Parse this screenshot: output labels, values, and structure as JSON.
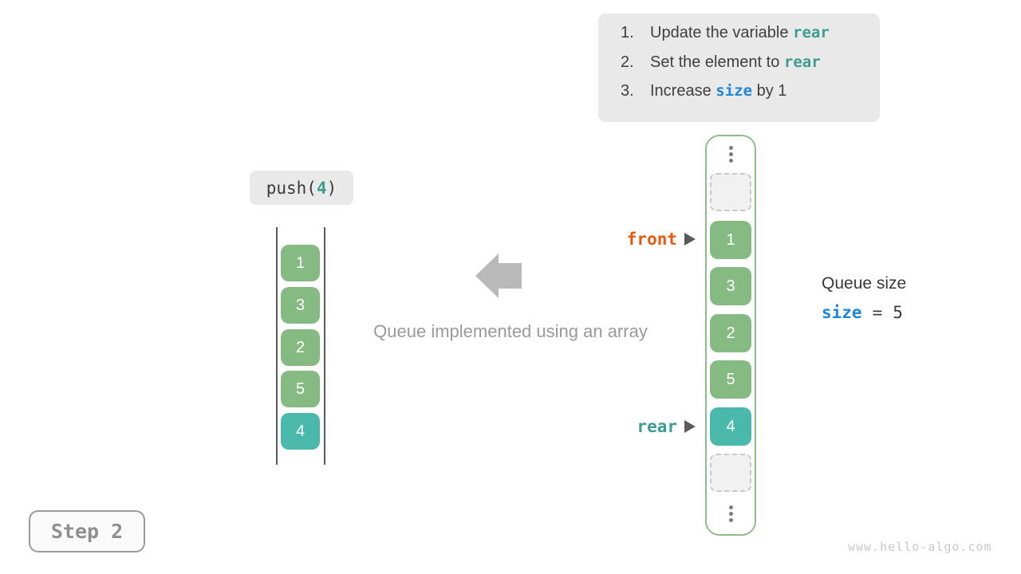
{
  "instructions": {
    "steps": [
      {
        "num": "1.",
        "pre": "Update the variable ",
        "code": "rear",
        "post": ""
      },
      {
        "num": "2.",
        "pre": "Set the element to ",
        "code": "rear",
        "post": ""
      },
      {
        "num": "3.",
        "pre": "Increase ",
        "code": "size",
        "post": " by 1"
      }
    ]
  },
  "push_chip": {
    "pre": "push(",
    "value": "4",
    "post": ")"
  },
  "left_stack": {
    "values": [
      "1",
      "3",
      "2",
      "5",
      "4"
    ]
  },
  "caption": "Queue implemented using an array",
  "array": {
    "front_label": "front",
    "rear_label": "rear",
    "cells": [
      "1",
      "3",
      "2",
      "5",
      "4"
    ]
  },
  "queue_size": {
    "title": "Queue size",
    "variable": "size",
    "equals": "=",
    "value": "5"
  },
  "step_badge": "Step 2",
  "watermark": "www.hello-algo.com",
  "colors": {
    "box_green": "#85bb82",
    "box_teal": "#4ab9ac",
    "code_teal": "#3a9d8e",
    "code_blue": "#1f88db",
    "front_orange": "#e75a0f",
    "frame_green": "#8cbd88"
  }
}
